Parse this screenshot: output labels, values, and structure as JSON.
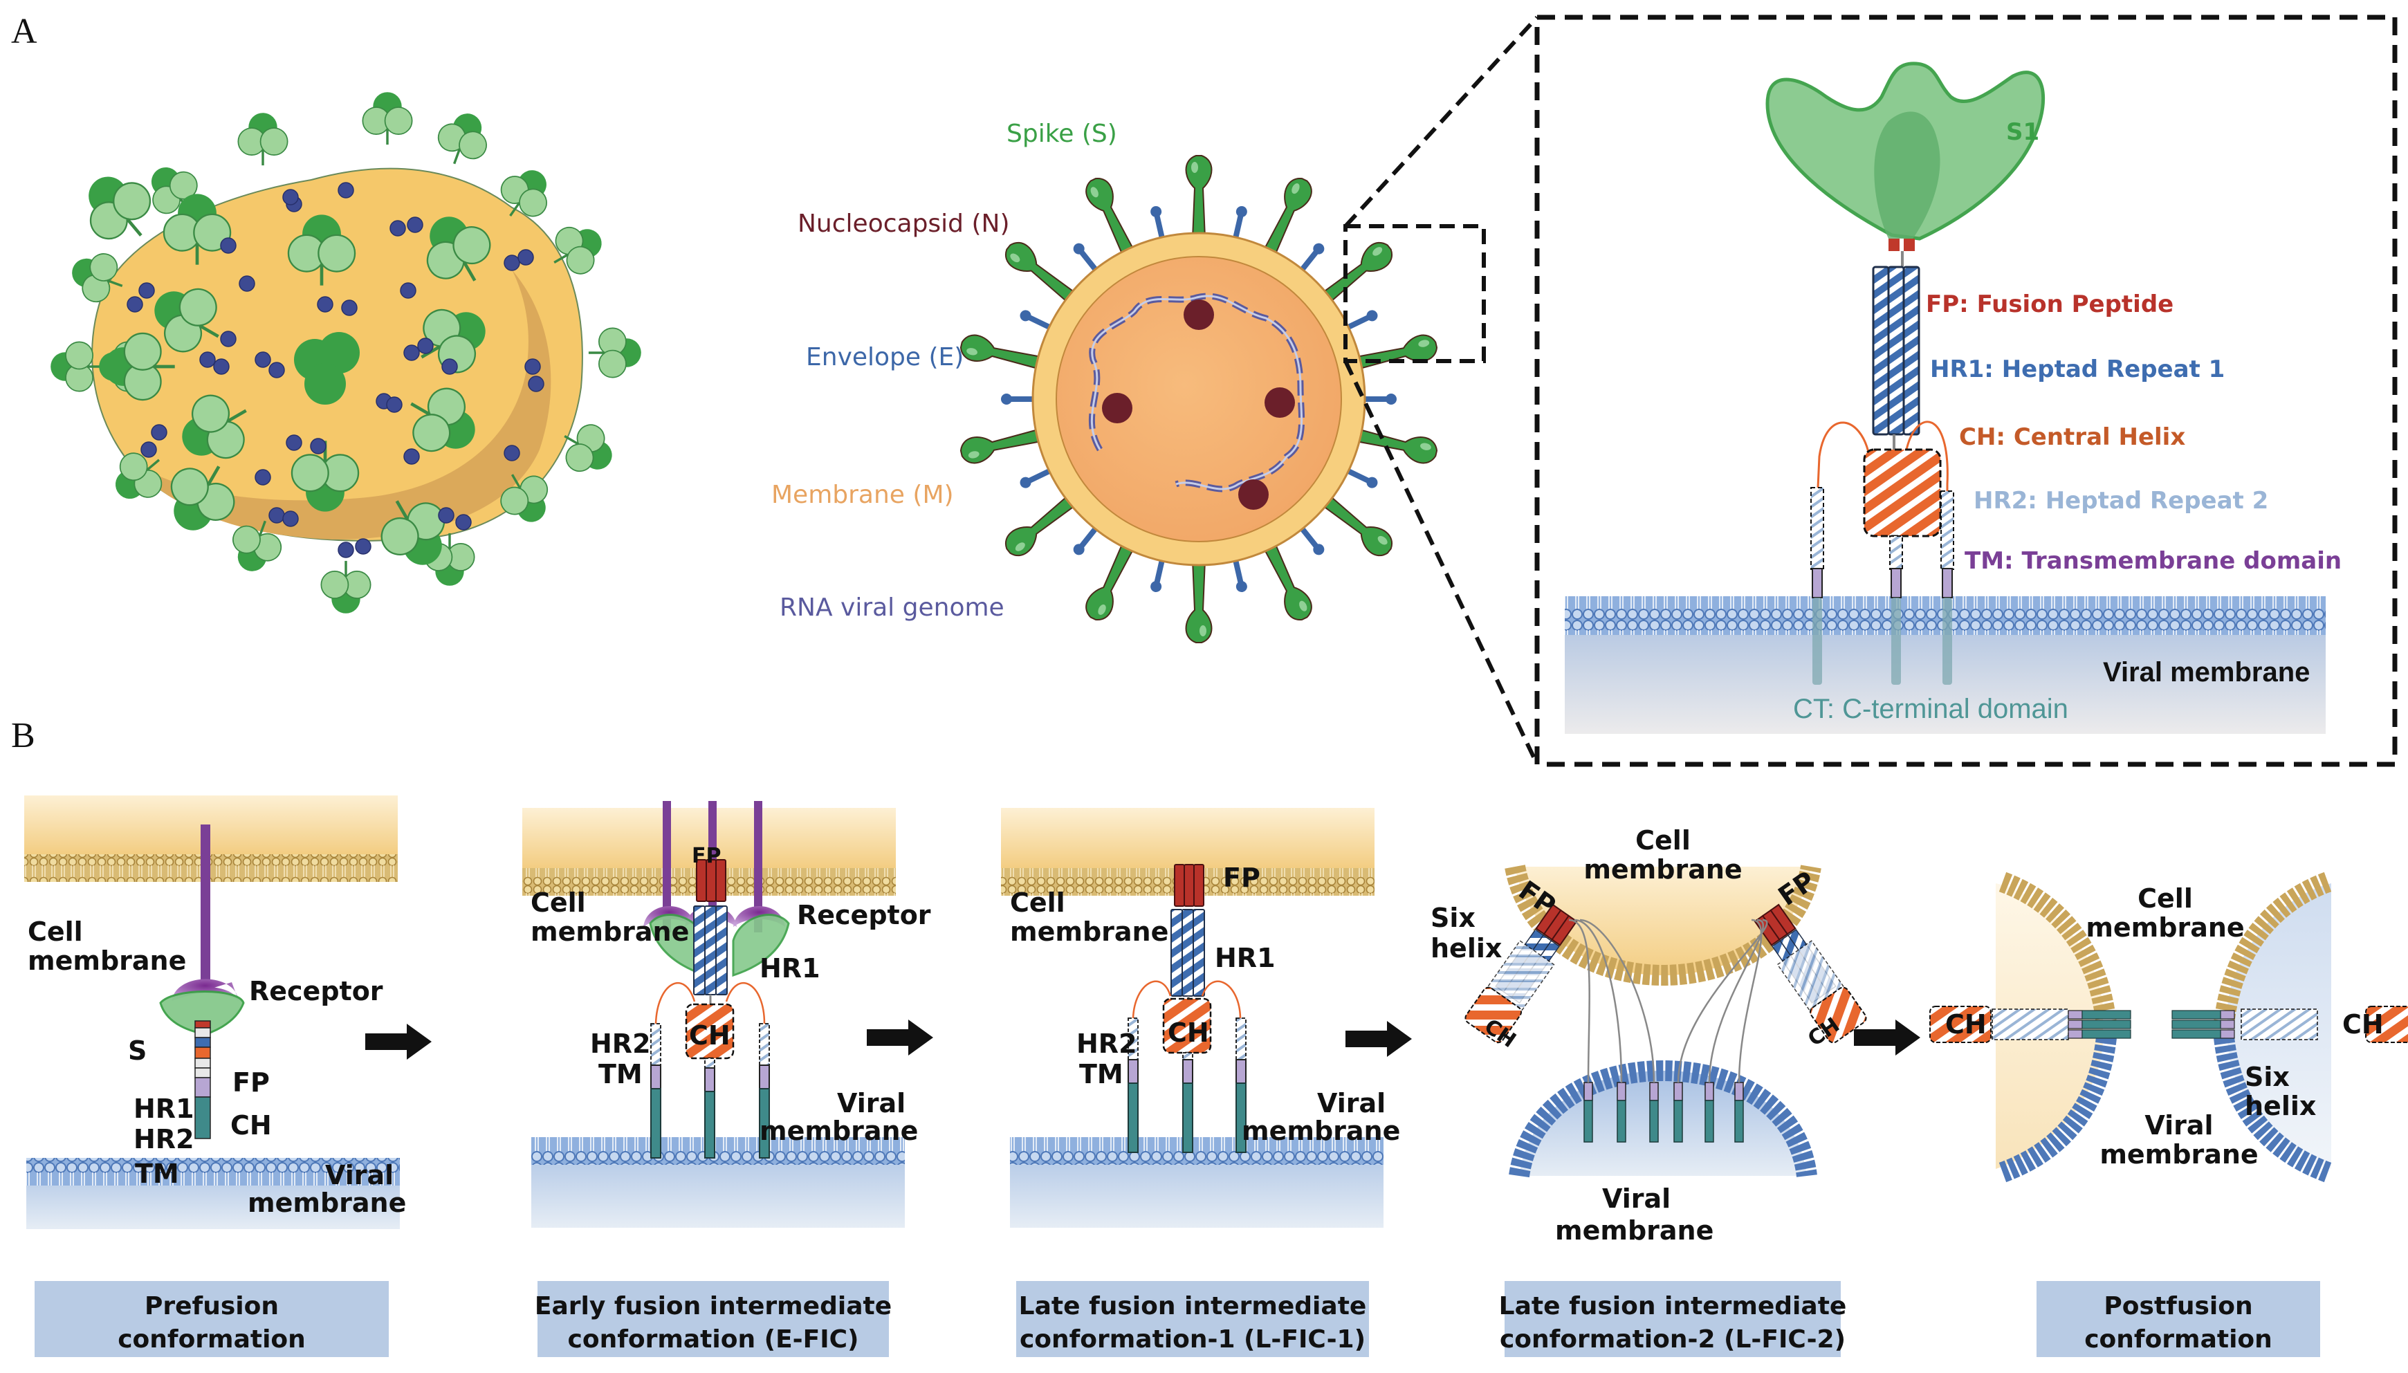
{
  "figure": {
    "panel_a_letter": "A",
    "panel_b_letter": "B"
  },
  "colors": {
    "spike_green": "#3aa046",
    "spike_light": "#9fd49a",
    "virion_yellow": "#f5c86a",
    "virion_shadow": "#dba95a",
    "envelope_blue": "#3c67a8",
    "nucleocapsid": "#6b1f2a",
    "membrane_label": "#e8a461",
    "rna_purple": "#5a5a9e",
    "fp_red": "#b8322a",
    "hr1_blue": "#3e6db0",
    "ch_orange": "#e8672e",
    "hr2_light": "#9ab5d6",
    "tm_purple": "#7a3f96",
    "tm_fill": "#b7a6d3",
    "ct_teal": "#3f8a8a",
    "receptor_purple": "#8a4aa8",
    "cell_membrane": "#c9a55a",
    "viral_membrane": "#4e78b8",
    "caption_bg": "#b8cbe4",
    "arrow": "#111111"
  },
  "panel_a": {
    "virion_legend": [
      {
        "key": "spike",
        "label": "Spike (S)"
      },
      {
        "key": "nucleocapsid",
        "label": "Nucleocapsid (N)"
      },
      {
        "key": "envelope",
        "label": "Envelope (E)"
      },
      {
        "key": "membrane",
        "label": "Membrane (M)"
      },
      {
        "key": "rna",
        "label": "RNA viral genome"
      }
    ],
    "inset": {
      "s1": "S1",
      "fp": "FP: Fusion Peptide",
      "hr1": "HR1: Heptad Repeat 1",
      "ch": "CH: Central Helix",
      "hr2": "HR2: Heptad Repeat 2",
      "tm": "TM: Transmembrane domain",
      "viral_membrane": "Viral membrane",
      "ct": "CT: C-terminal domain"
    }
  },
  "panel_b": {
    "stages": [
      {
        "caption_line1": "Prefusion",
        "caption_line2": "conformation",
        "labels": {
          "cell1": "Cell",
          "cell2": "membrane",
          "receptor": "Receptor",
          "s": "S",
          "fp": "FP",
          "hr1": "HR1",
          "ch": "CH",
          "hr2": "HR2",
          "tm": "TM",
          "viral1": "Viral",
          "viral2": "membrane"
        }
      },
      {
        "caption_line1": "Early fusion intermediate",
        "caption_line2": "conformation (E-FIC)",
        "labels": {
          "cell1": "Cell",
          "cell2": "membrane",
          "receptor": "Receptor",
          "fp": "FP",
          "hr1": "HR1",
          "ch": "CH",
          "hr2": "HR2",
          "tm": "TM",
          "viral1": "Viral",
          "viral2": "membrane"
        }
      },
      {
        "caption_line1": "Late fusion intermediate",
        "caption_line2": "conformation-1 (L-FIC-1)",
        "labels": {
          "cell1": "Cell",
          "cell2": "membrane",
          "fp": "FP",
          "hr1": "HR1",
          "ch": "CH",
          "hr2": "HR2",
          "tm": "TM",
          "viral1": "Viral",
          "viral2": "membrane"
        }
      },
      {
        "caption_line1": "Late fusion intermediate",
        "caption_line2": "conformation-2 (L-FIC-2)",
        "labels": {
          "cell1": "Cell",
          "cell2": "membrane",
          "fp": "FP",
          "ch": "CH",
          "six1": "Six",
          "six2": "helix",
          "viral1": "Viral",
          "viral2": "membrane"
        }
      },
      {
        "caption_line1": "Postfusion",
        "caption_line2": "conformation",
        "labels": {
          "cell1": "Cell",
          "cell2": "membrane",
          "ch": "CH",
          "six1": "Six",
          "six2": "helix",
          "viral1": "Viral",
          "viral2": "membrane"
        }
      }
    ]
  }
}
